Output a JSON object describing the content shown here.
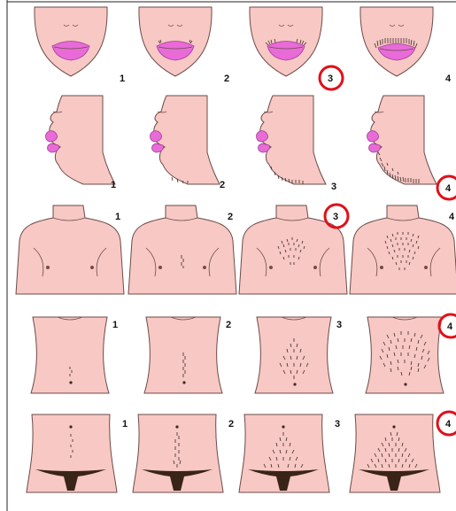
{
  "grid": {
    "rows": [
      {
        "region": "upper-lip",
        "labels": [
          "1",
          "2",
          "3",
          "4"
        ]
      },
      {
        "region": "chin",
        "labels": [
          "1",
          "2",
          "3",
          "4"
        ]
      },
      {
        "region": "chest",
        "labels": [
          "1",
          "2",
          "3",
          "4"
        ]
      },
      {
        "region": "upper-abdomen",
        "labels": [
          "1",
          "2",
          "3",
          "4"
        ]
      },
      {
        "region": "lower-abdomen",
        "labels": [
          "1",
          "2",
          "3",
          "4"
        ]
      }
    ],
    "circled": [
      {
        "row": 0,
        "col": 2
      },
      {
        "row": 1,
        "col": 3
      },
      {
        "row": 2,
        "col": 2
      },
      {
        "row": 3,
        "col": 3
      },
      {
        "row": 4,
        "col": 3
      }
    ]
  },
  "colors": {
    "skin": "#f7c8c4",
    "lip": "#e86bd8",
    "hair": "#3b2a28",
    "circle": "#e0101a"
  }
}
